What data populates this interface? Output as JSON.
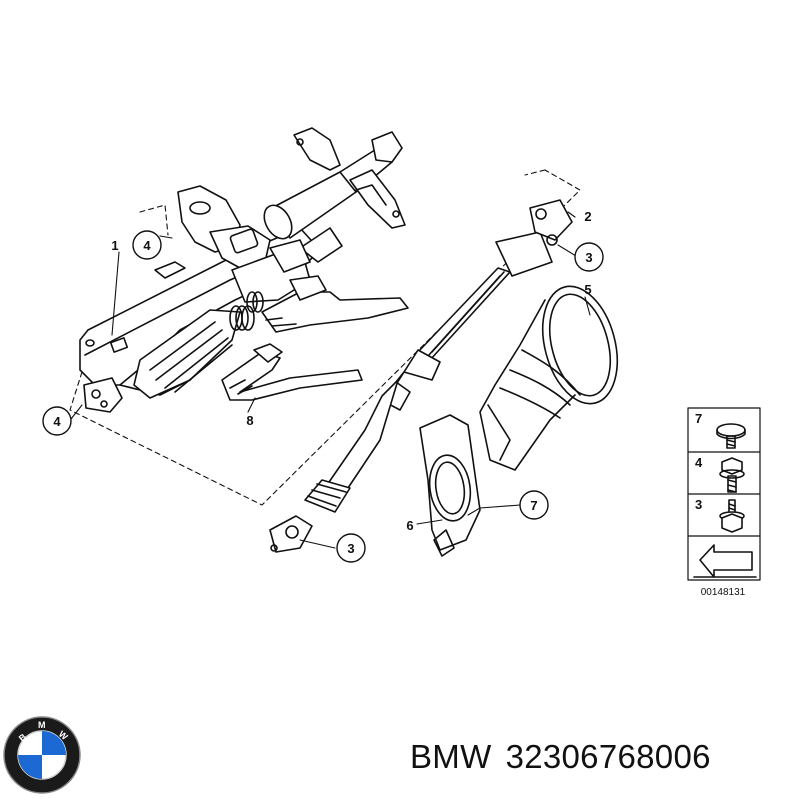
{
  "callouts": {
    "c1": "1",
    "c4_top": "4",
    "c4_left": "4",
    "c8": "8",
    "c2": "2",
    "c3_upper": "3",
    "c5": "5",
    "c3_lower": "3",
    "c6": "6",
    "c7": "7"
  },
  "legend": {
    "items": [
      {
        "label": "7",
        "icon": "torx-bolt-icon"
      },
      {
        "label": "4",
        "icon": "hex-flange-bolt-icon"
      },
      {
        "label": "3",
        "icon": "hex-flange-bolt-icon"
      }
    ],
    "drawing_number": "00148131"
  },
  "brand_logo": {
    "text_top": "B",
    "text_mid": "M",
    "text_right": "W"
  },
  "caption": {
    "brand": "BMW",
    "part_number": "32306768006"
  },
  "colors": {
    "ink": "#111111",
    "bmw_blue": "#1c69d4",
    "paper": "#ffffff"
  }
}
